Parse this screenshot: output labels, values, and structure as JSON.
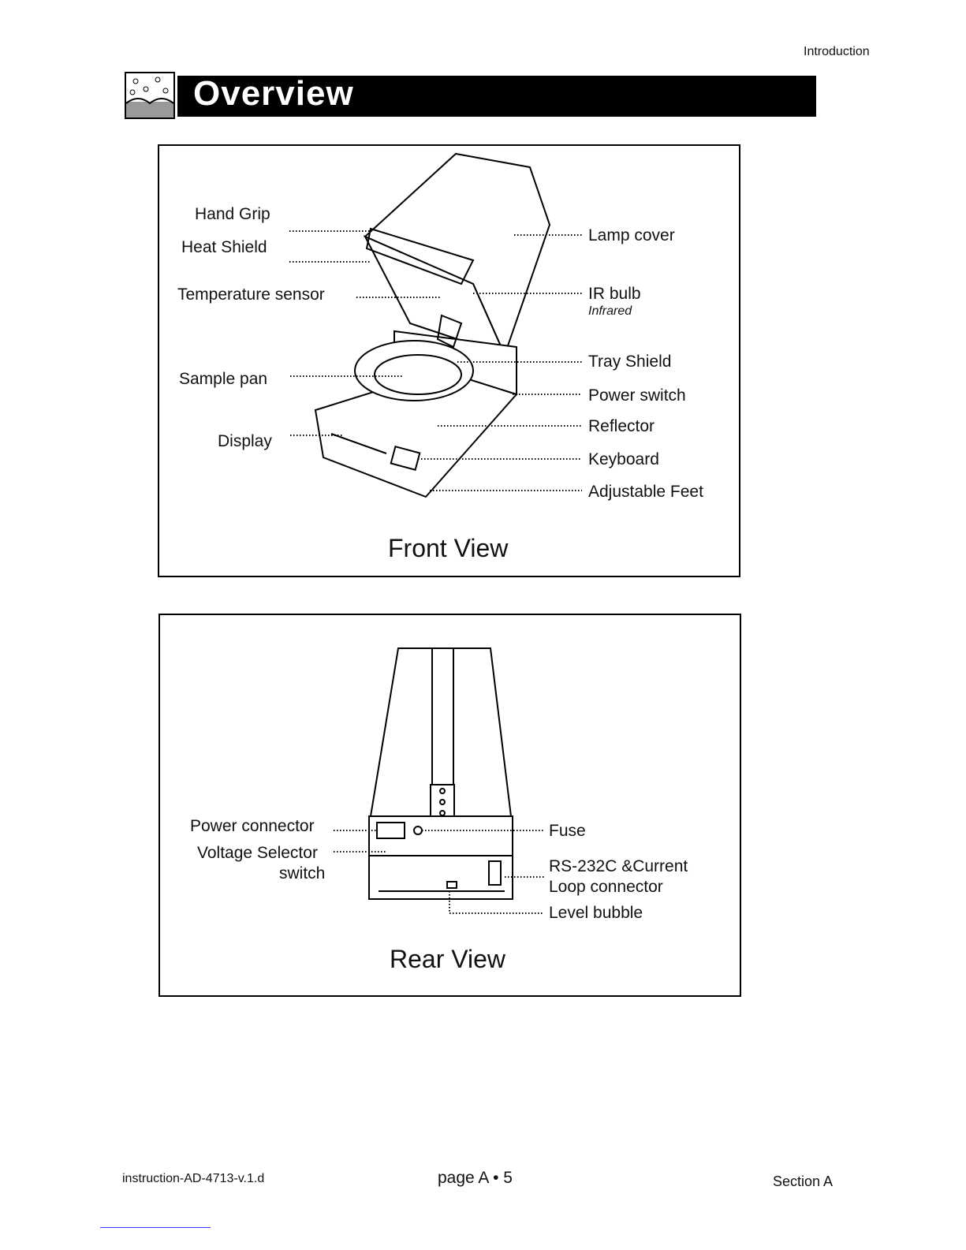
{
  "header": {
    "section": "Introduction"
  },
  "banner": {
    "title": "Overview"
  },
  "front_view": {
    "caption": "Front View",
    "labels": {
      "hand_grip": "Hand Grip",
      "heat_shield": "Heat Shield",
      "temperature_sensor": "Temperature sensor",
      "sample_pan": "Sample pan",
      "display": "Display",
      "lamp_cover": "Lamp cover",
      "ir_bulb": "IR bulb",
      "ir_note": "Infrared",
      "tray_shield": "Tray Shield",
      "power_switch": "Power switch",
      "reflector": "Reflector",
      "keyboard": "Keyboard",
      "adjustable_feet": "Adjustable Feet"
    }
  },
  "rear_view": {
    "caption": "Rear View",
    "labels": {
      "power_connector": "Power connector",
      "voltage_selector": "Voltage Selector",
      "voltage_selector_2": "switch",
      "fuse": "Fuse",
      "rs232": "RS-232C &Current",
      "rs232_2": "Loop connector",
      "level_bubble": "Level bubble"
    }
  },
  "footer": {
    "doc_id": "instruction-AD-4713-v.1.d",
    "page": "page A • 5",
    "section": "Section A"
  }
}
